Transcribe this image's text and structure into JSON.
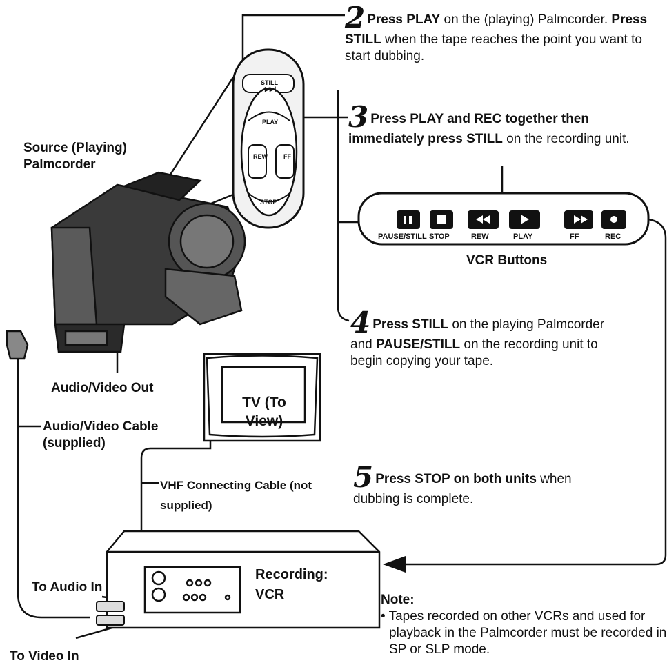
{
  "steps": {
    "s2": {
      "number": "2",
      "bold1": "Press PLAY",
      "text1": " on the (playing) Palmcorder. ",
      "bold2": "Press STILL",
      "text2": " when the tape reaches the point you want to start dubbing."
    },
    "s3": {
      "number": "3",
      "bold1": "Press PLAY and REC together then immediately press STILL",
      "text1": " on the recording unit."
    },
    "s4": {
      "number": "4",
      "bold1": "Press STILL",
      "text1": " on the playing Palmcorder and ",
      "bold2": "PAUSE/STILL",
      "text2": " on the recording unit to begin copying your tape."
    },
    "s5": {
      "number": "5",
      "bold1": "Press STOP on both units",
      "text1": " when dubbing is complete."
    }
  },
  "labels": {
    "source": "Source (Playing) Palmcorder",
    "av_out": "Audio/Video Out",
    "av_cable": "Audio/Video Cable (supplied)",
    "tv": "TV (To View)",
    "vhf_cable": "VHF Connecting Cable (not supplied)",
    "recording": "Recording: VCR",
    "audio_in": "To Audio In",
    "video_in": "To Video In",
    "vcr_buttons": "VCR Buttons"
  },
  "vcr_buttons": [
    "PAUSE/STILL",
    "STOP",
    "REW",
    "PLAY",
    "FF",
    "REC"
  ],
  "remote_buttons": {
    "still": "STILL",
    "play": "PLAY",
    "rew": "REW",
    "ff": "FF",
    "stop": "STOP"
  },
  "note": {
    "title": "Note:",
    "text": "• Tapes recorded on other VCRs and used for playback in the Palmcorder must be recorded in SP or SLP mode."
  }
}
